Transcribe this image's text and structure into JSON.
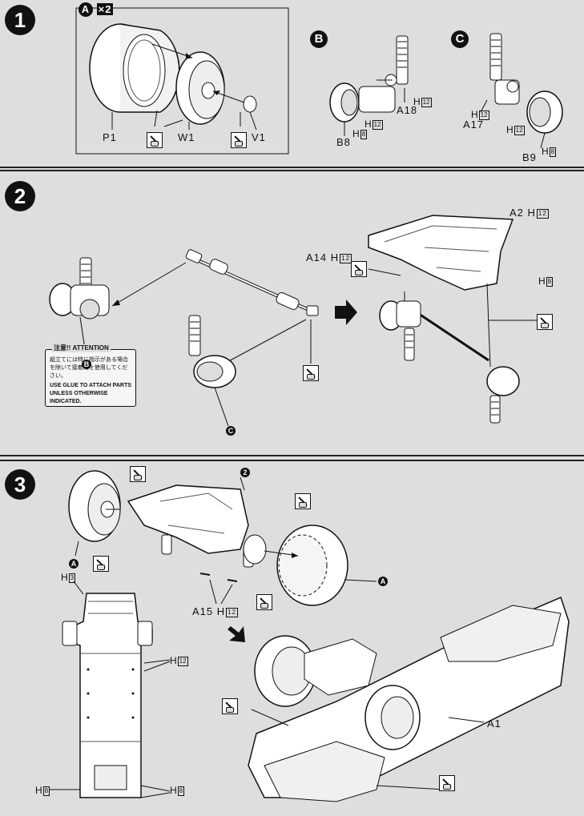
{
  "steps": [
    {
      "number": "1"
    },
    {
      "number": "2"
    },
    {
      "number": "3"
    }
  ],
  "step1": {
    "part_group": "A",
    "quantity": "×2",
    "labels": {
      "p1": "P1",
      "w1": "W1",
      "v1": "V1",
      "a18": "A18",
      "b8": "B8",
      "a17": "A17",
      "b9": "B9"
    },
    "callouts": {
      "b": "B",
      "c": "C"
    },
    "h_marks": {
      "h12": "H",
      "h12_num": "12",
      "h8": "H",
      "h8_num": "8"
    }
  },
  "step2": {
    "attention_title": "注意!! ATTENTION",
    "attention_jp": "組立てには特に指示がある場合を除いて接着剤を使用してください。",
    "attention_en": "USE GLUE TO ATTACH PARTS UNLESS OTHERWISE INDICATED.",
    "labels": {
      "a14": "A14",
      "a2": "A2"
    },
    "callouts": {
      "b": "B",
      "c": "C"
    },
    "h_marks": {
      "h12_num": "12",
      "h8_num": "8"
    }
  },
  "step3": {
    "labels": {
      "a15": "A15",
      "a1": "A1"
    },
    "callouts": {
      "a": "A",
      "two": "2"
    },
    "h_marks": {
      "h3_num": "3",
      "h12_num": "12",
      "h8_num": "8"
    }
  }
}
